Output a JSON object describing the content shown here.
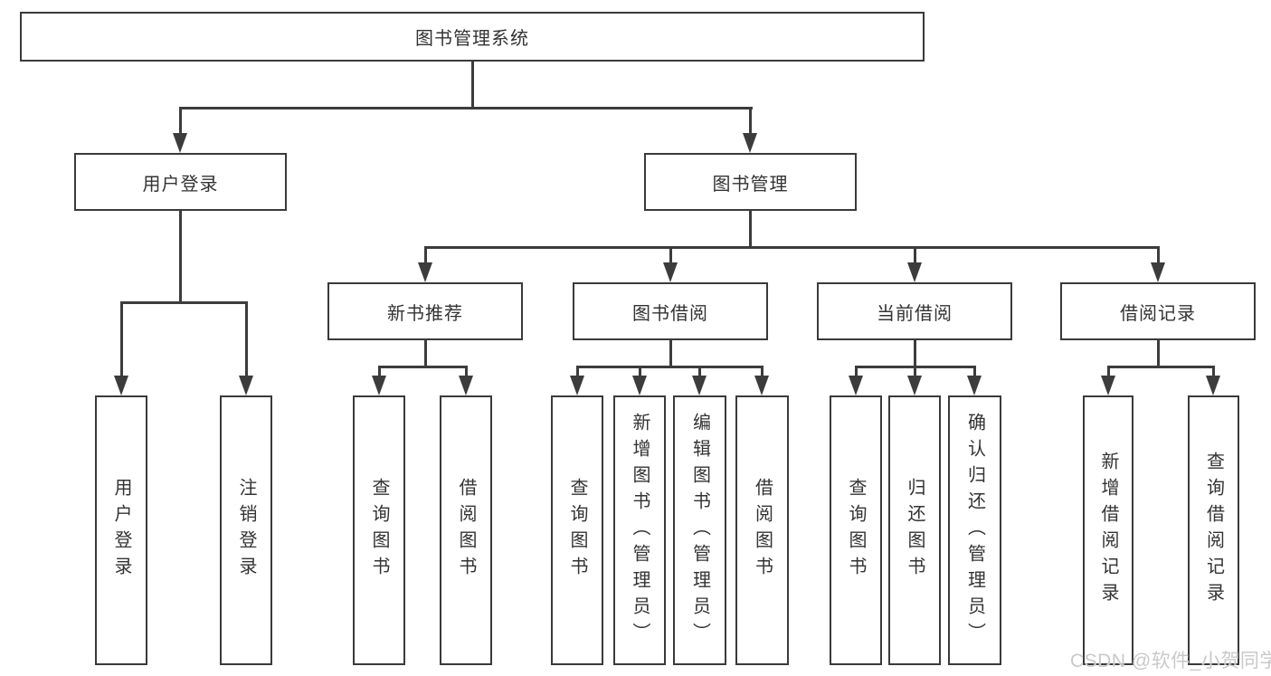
{
  "tree": {
    "root": {
      "label": "图书管理系统",
      "children": [
        {
          "label": "用户登录",
          "children": [
            {
              "label": "用户登录"
            },
            {
              "label": "注销登录"
            }
          ]
        },
        {
          "label": "图书管理",
          "children": [
            {
              "label": "新书推荐",
              "children": [
                {
                  "label": "查询图书"
                },
                {
                  "label": "借阅图书"
                }
              ]
            },
            {
              "label": "图书借阅",
              "children": [
                {
                  "label": "查询图书"
                },
                {
                  "label": "新增图书（管理员）"
                },
                {
                  "label": "编辑图书（管理员）"
                },
                {
                  "label": "借阅图书"
                }
              ]
            },
            {
              "label": "当前借阅",
              "children": [
                {
                  "label": "查询图书"
                },
                {
                  "label": "归还图书"
                },
                {
                  "label": "确认归还（管理员）"
                }
              ]
            },
            {
              "label": "借阅记录",
              "children": [
                {
                  "label": "新增借阅记录"
                },
                {
                  "label": "查询借阅记录"
                }
              ]
            }
          ]
        }
      ]
    }
  },
  "watermark": "CSDN @软件_小贺同学",
  "colors": {
    "line": "#3c3c3c",
    "box-border": "#3a3a3a",
    "text": "#333333",
    "watermark": "#c9c9c9",
    "background": "#ffffff"
  }
}
